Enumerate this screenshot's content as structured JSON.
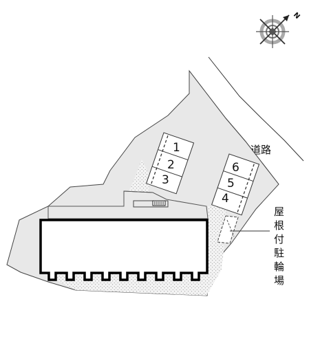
{
  "compass": {
    "north_label": "N",
    "icon": "compass-rose-icon"
  },
  "road": {
    "label": "道路"
  },
  "parking_left": {
    "slots": [
      "1",
      "2",
      "3"
    ]
  },
  "parking_right": {
    "slots": [
      "6",
      "5",
      "4"
    ]
  },
  "bicycle_parking": {
    "label_chars": [
      "屋",
      "根",
      "付",
      "駐",
      "輪",
      "場"
    ]
  },
  "colors": {
    "lot_fill": "#e8e8e8",
    "outline": "#333333",
    "building_outline": "#000000",
    "gravel_dots": "#9a9a9a"
  }
}
